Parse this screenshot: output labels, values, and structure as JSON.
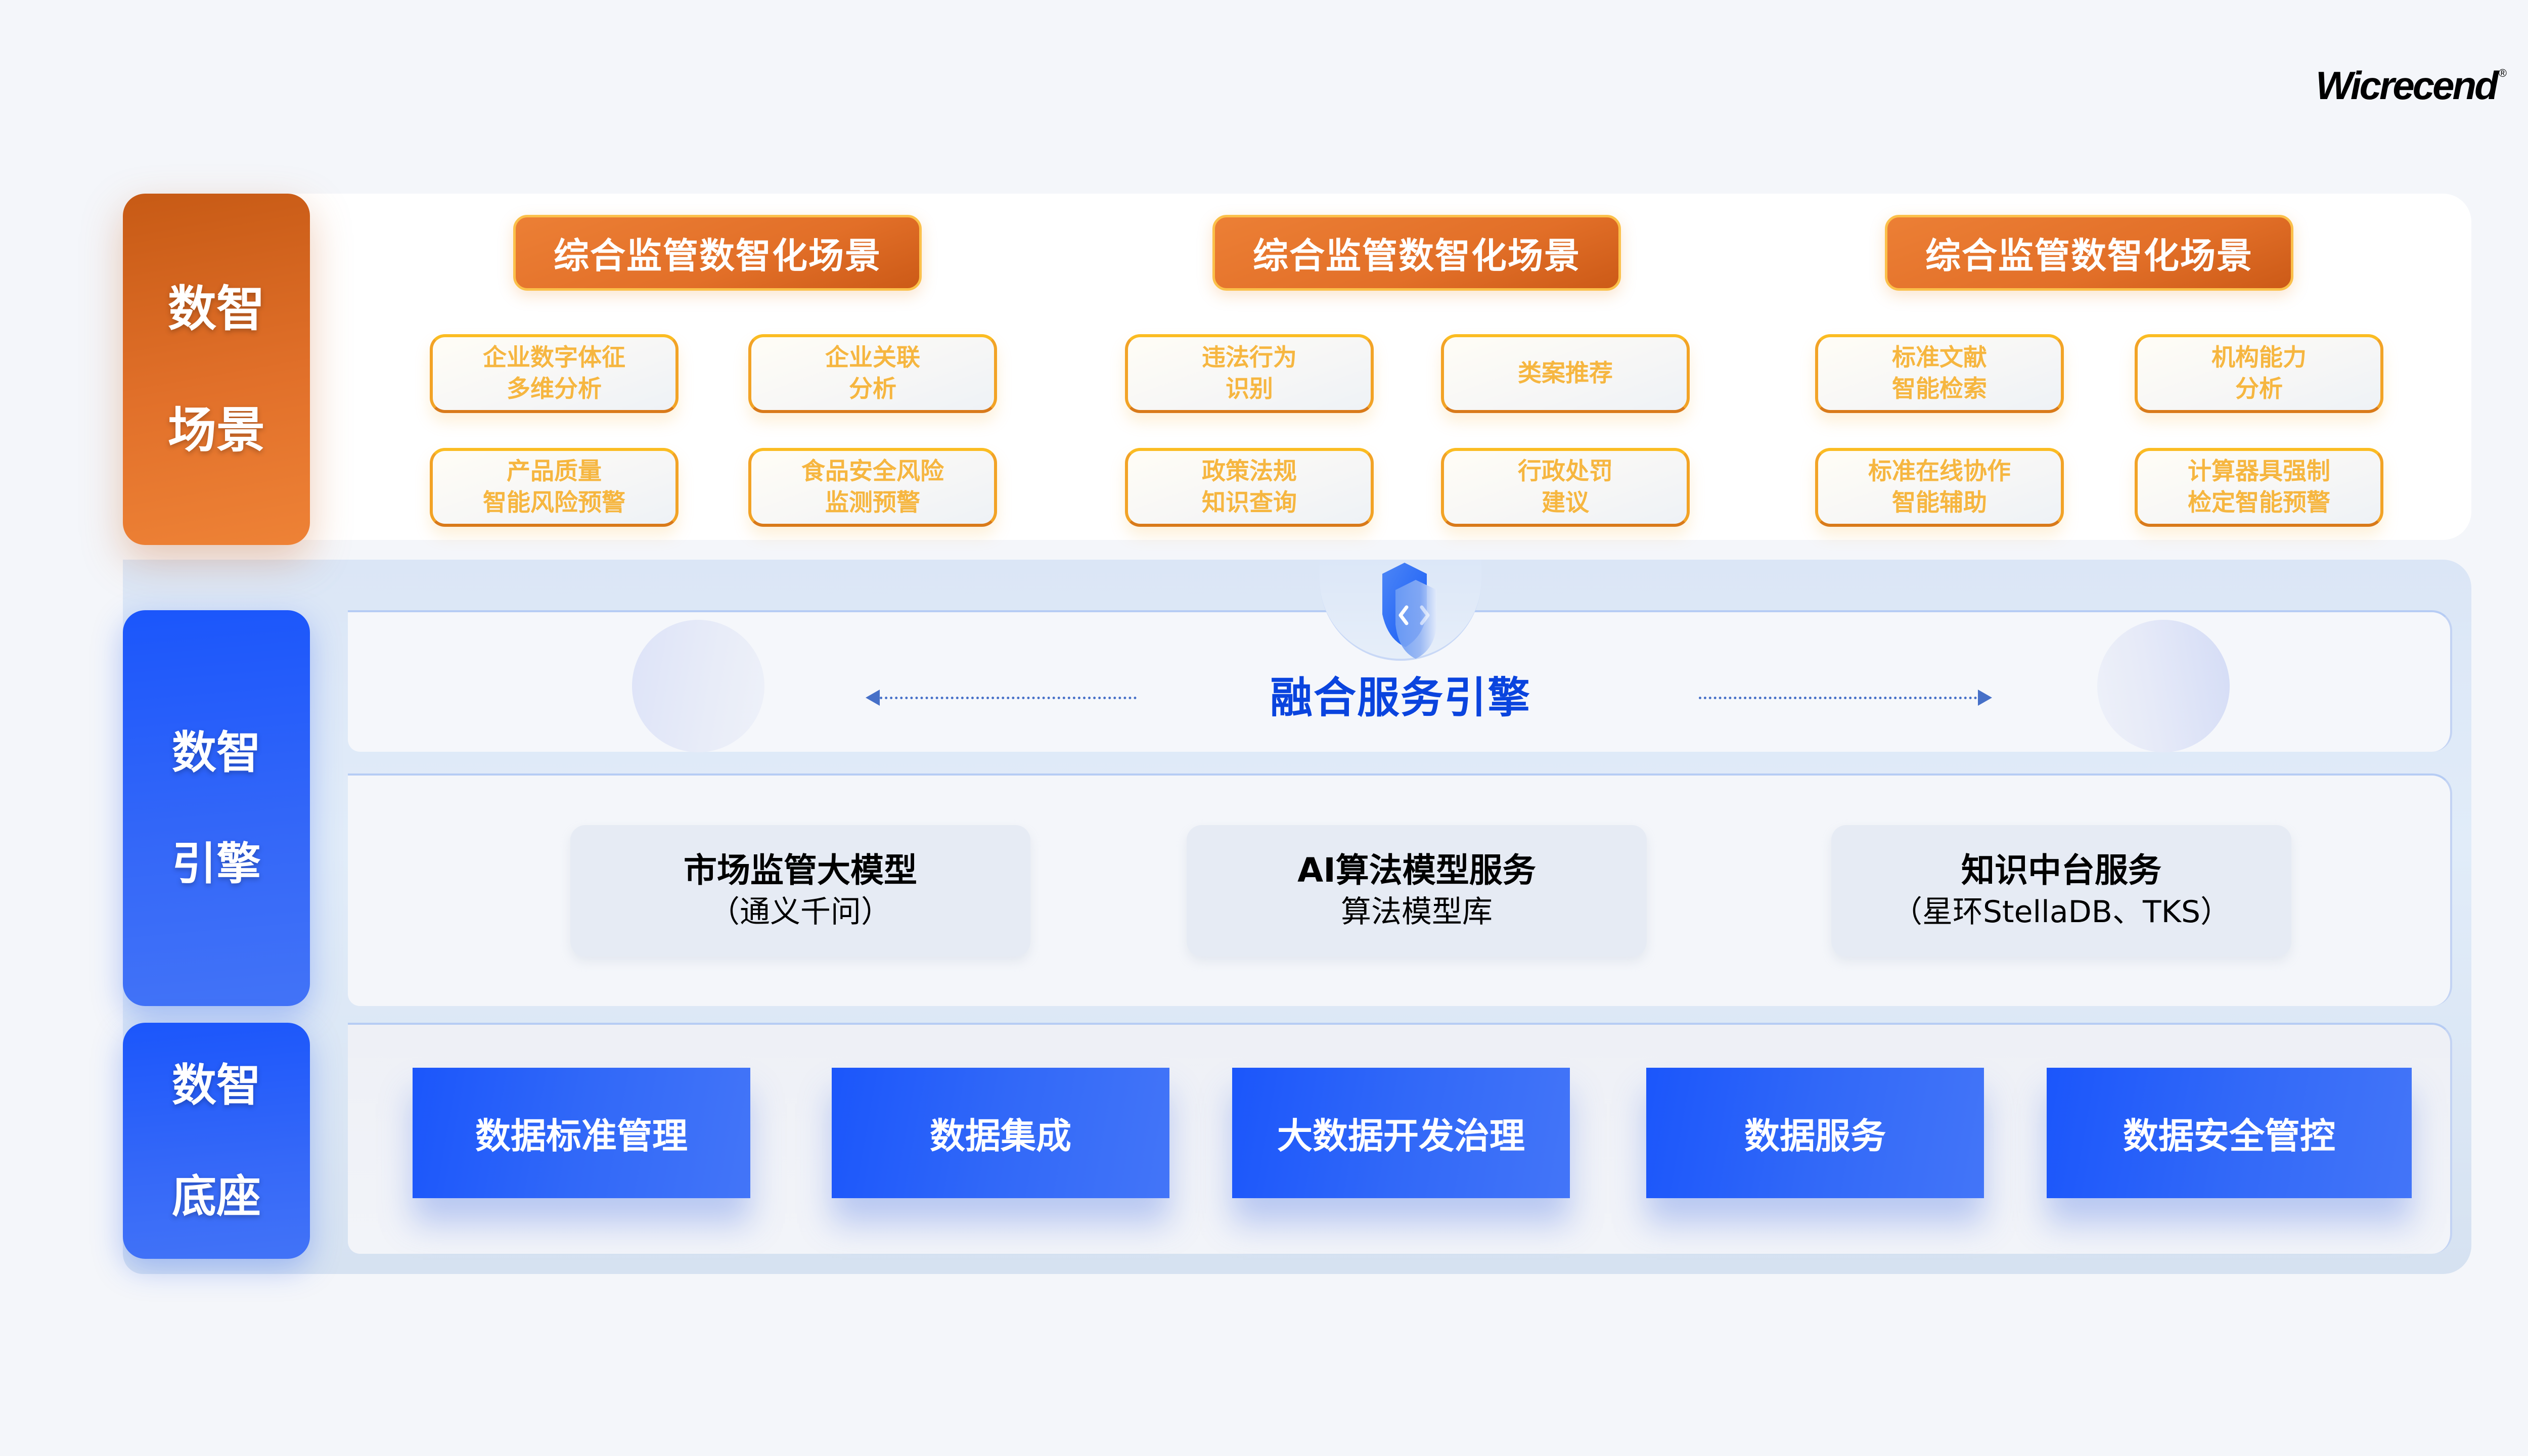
{
  "brand": {
    "logo": "Wicrecend",
    "registered_mark": "®"
  },
  "layers": {
    "scene": {
      "label_line1": "数智",
      "label_line2": "场景"
    },
    "engine": {
      "label_line1": "数智",
      "label_line2": "引擎"
    },
    "base": {
      "label_line1": "数智",
      "label_line2": "底座"
    }
  },
  "scenes": [
    {
      "header": "综合监管数智化场景",
      "cards": [
        "企业数字体征\n多维分析",
        "企业关联\n分析",
        "产品质量\n智能风险预警",
        "食品安全风险\n监测预警"
      ]
    },
    {
      "header": "综合监管数智化场景",
      "cards": [
        "违法行为\n识别",
        "类案推荐",
        "政策法规\n知识查询",
        "行政处罚\n建议"
      ]
    },
    {
      "header": "综合监管数智化场景",
      "cards": [
        "标准文献\n智能检索",
        "机构能力\n分析",
        "标准在线协作\n智能辅助",
        "计算器具强制\n检定智能预警"
      ]
    }
  ],
  "fusion": {
    "title": "融合服务引擎",
    "icon": "shield-code-icon"
  },
  "models": [
    {
      "title": "市场监管大模型",
      "subtitle": "（通义千问）"
    },
    {
      "title": "AI算法模型服务",
      "subtitle": "算法模型库"
    },
    {
      "title": "知识中台服务",
      "subtitle": "（星环StellaDB、TKS）"
    }
  ],
  "base_tiles": [
    "数据标准管理",
    "数据集成",
    "大数据开发治理",
    "数据服务",
    "数据安全管控"
  ],
  "colors": {
    "orange_primary": "#e1702a",
    "orange_border": "#fbbc22",
    "card_text": "#f6b640",
    "blue_primary": "#1b56fb",
    "fusion_text": "#0a44de",
    "background": "#f4f6fa"
  }
}
